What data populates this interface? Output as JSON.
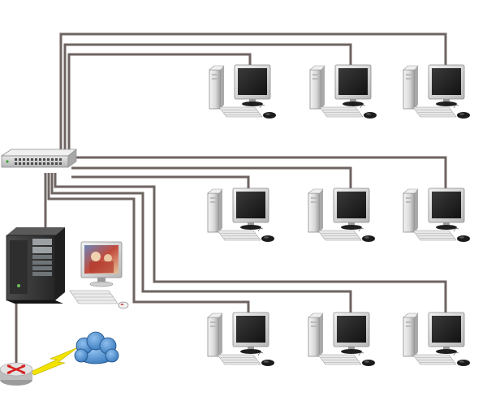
{
  "diagram": {
    "kind": "network-topology",
    "nodes": [
      {
        "id": "switch",
        "type": "network-switch",
        "icon": "switch-icon"
      },
      {
        "id": "server",
        "type": "server",
        "icon": "server-tower-icon"
      },
      {
        "id": "admin",
        "type": "admin-workstation",
        "icon": "monitor-with-photo-icon"
      },
      {
        "id": "router",
        "type": "router",
        "icon": "router-icon"
      },
      {
        "id": "internet",
        "type": "internet-cloud",
        "icon": "cloud-icon"
      },
      {
        "id": "ws-1",
        "type": "workstation",
        "icon": "desktop-computer-icon"
      },
      {
        "id": "ws-2",
        "type": "workstation",
        "icon": "desktop-computer-icon"
      },
      {
        "id": "ws-3",
        "type": "workstation",
        "icon": "desktop-computer-icon"
      },
      {
        "id": "ws-4",
        "type": "workstation",
        "icon": "desktop-computer-icon"
      },
      {
        "id": "ws-5",
        "type": "workstation",
        "icon": "desktop-computer-icon"
      },
      {
        "id": "ws-6",
        "type": "workstation",
        "icon": "desktop-computer-icon"
      },
      {
        "id": "ws-7",
        "type": "workstation",
        "icon": "desktop-computer-icon"
      },
      {
        "id": "ws-8",
        "type": "workstation",
        "icon": "desktop-computer-icon"
      },
      {
        "id": "ws-9",
        "type": "workstation",
        "icon": "desktop-computer-icon"
      }
    ],
    "links": [
      {
        "from": "switch",
        "to": "ws-1"
      },
      {
        "from": "switch",
        "to": "ws-2"
      },
      {
        "from": "switch",
        "to": "ws-3"
      },
      {
        "from": "switch",
        "to": "ws-4"
      },
      {
        "from": "switch",
        "to": "ws-5"
      },
      {
        "from": "switch",
        "to": "ws-6"
      },
      {
        "from": "switch",
        "to": "ws-7"
      },
      {
        "from": "switch",
        "to": "ws-8"
      },
      {
        "from": "switch",
        "to": "ws-9"
      },
      {
        "from": "switch",
        "to": "server"
      },
      {
        "from": "server",
        "to": "router"
      },
      {
        "from": "router",
        "to": "internet",
        "style": "lightning"
      }
    ],
    "colors": {
      "cable": "#6e6462",
      "lightning": "#f2e300",
      "cloud": "#3d7fc4",
      "router_body": "#d9d9d9",
      "router_mark": "#d62020",
      "background": "#ffffff"
    }
  }
}
